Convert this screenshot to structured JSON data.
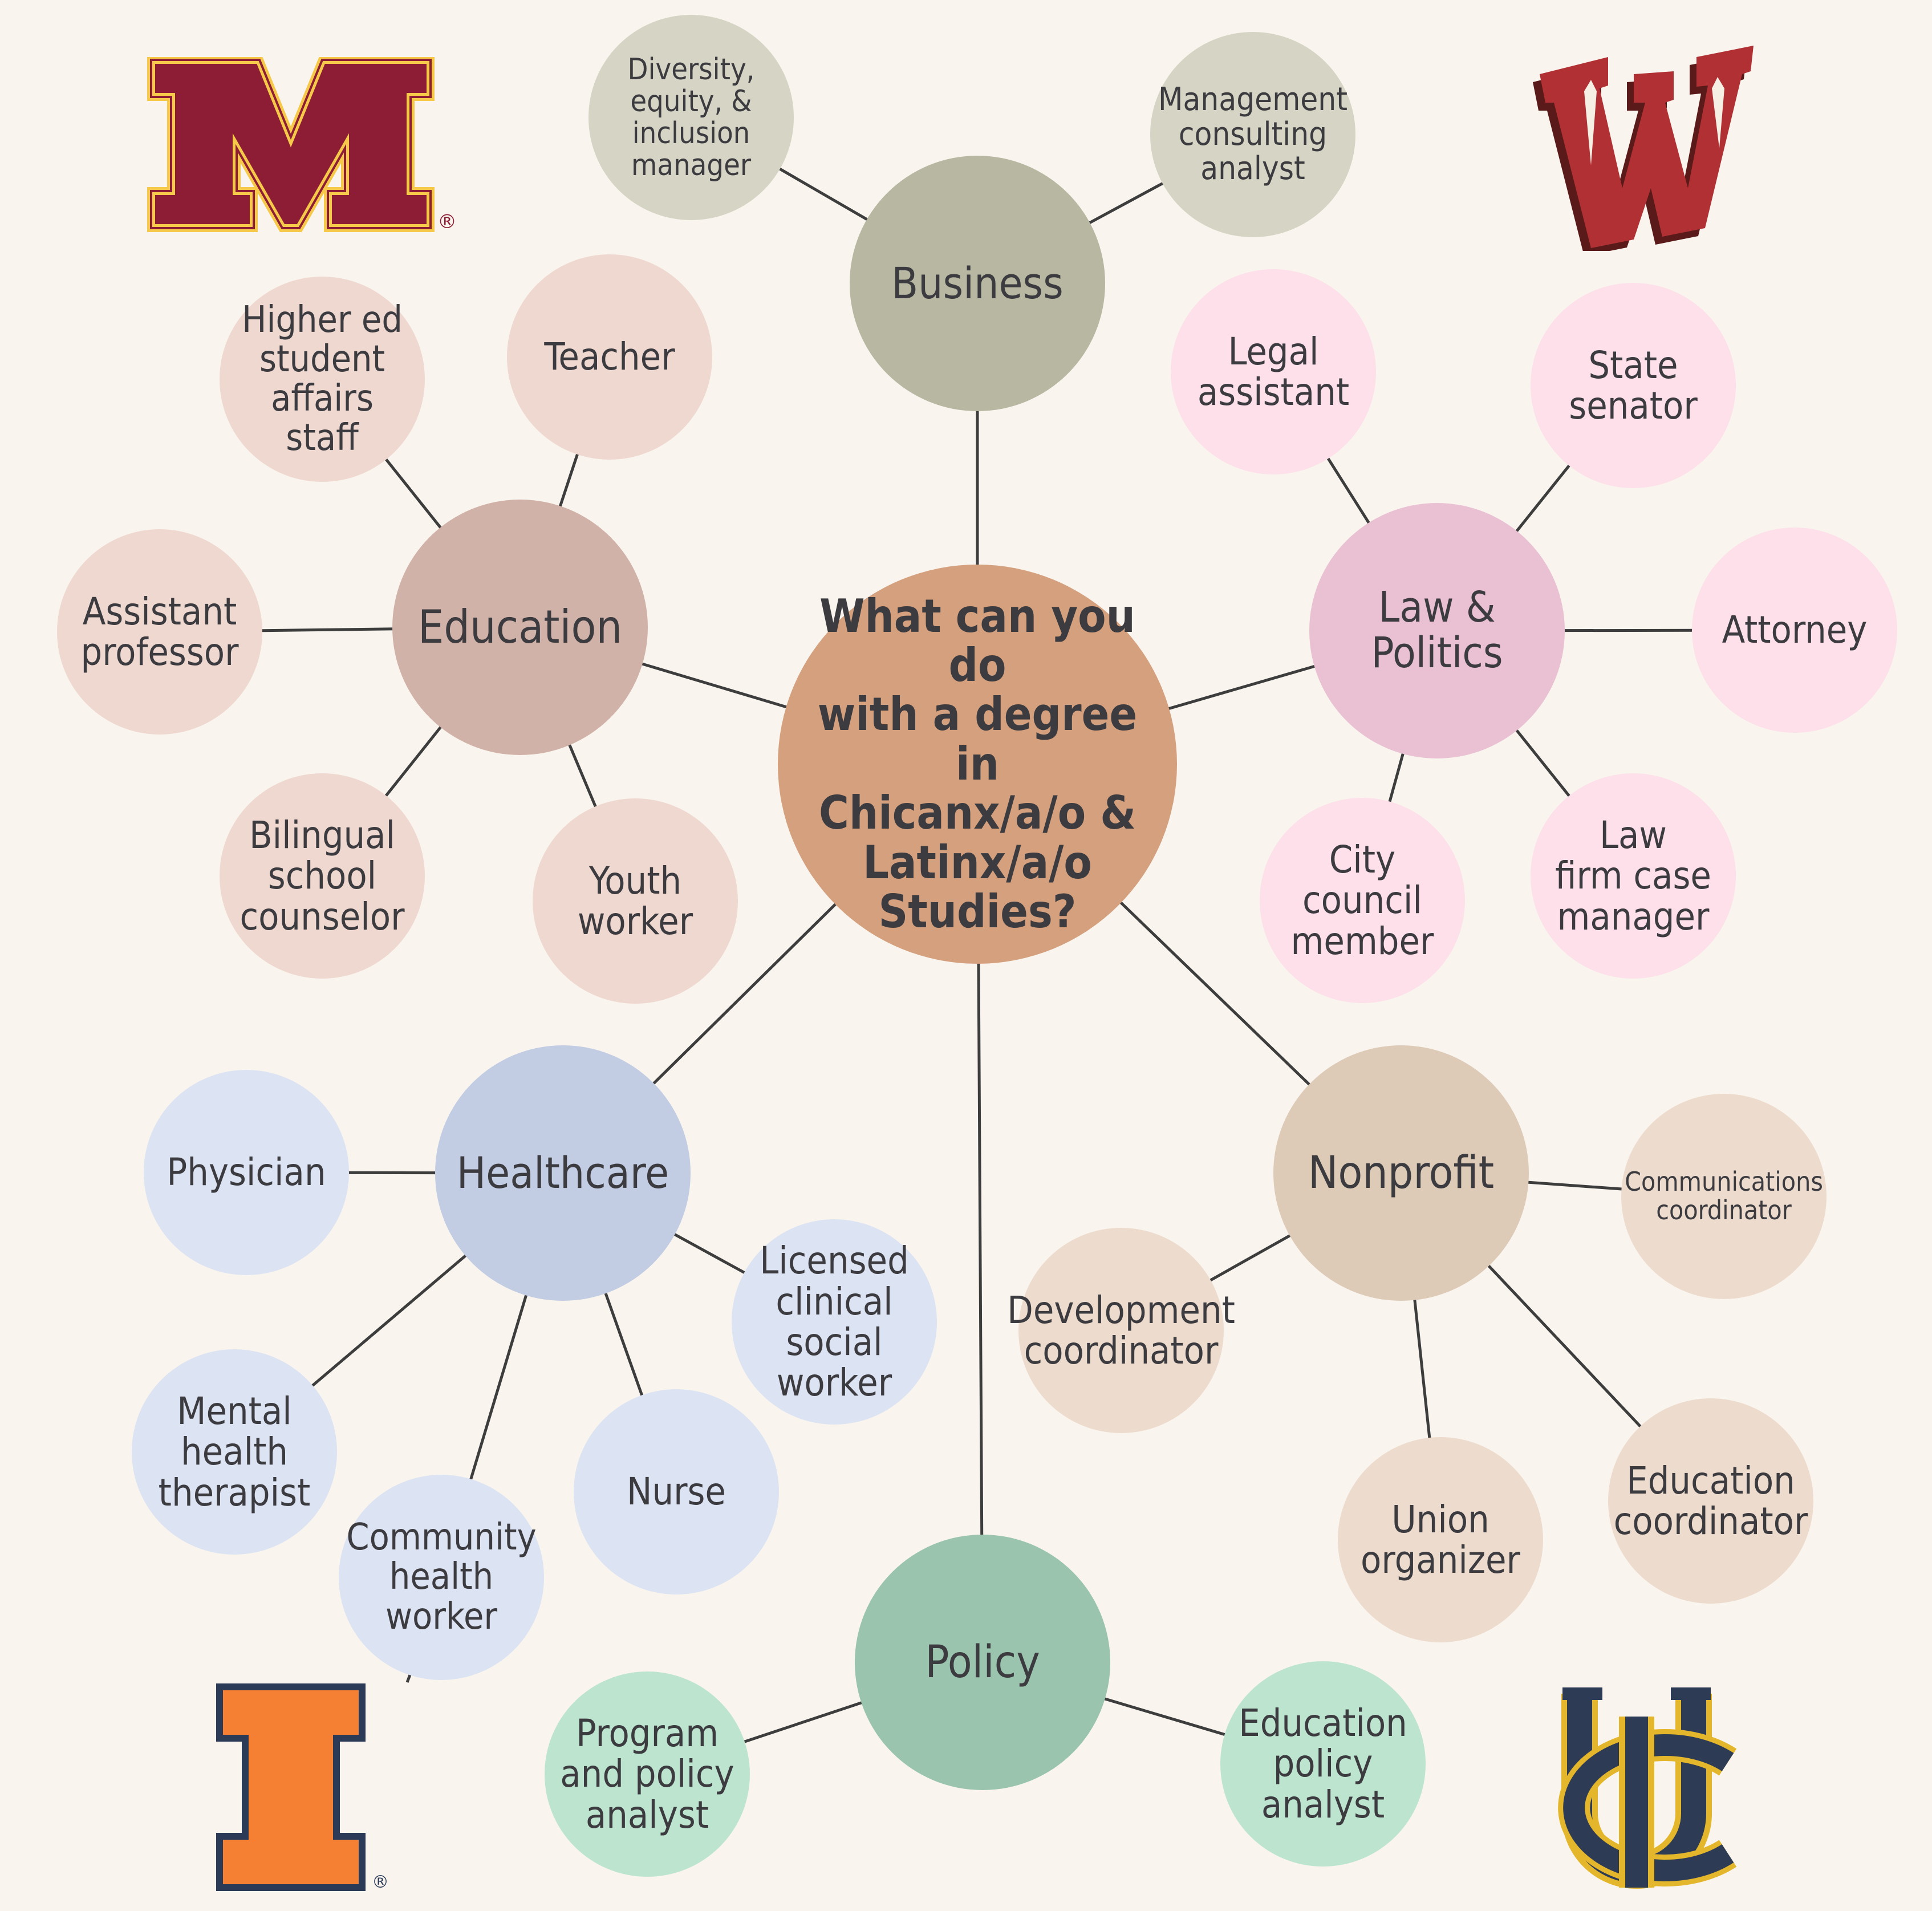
{
  "center": {
    "label": "What can you do\nwith a degree in\nChicanx/a/o &\nLatinx/a/o\nStudies?",
    "color": "#d4a07e"
  },
  "categories": [
    {
      "id": "business",
      "label": "Business",
      "color": "#b7b7a2",
      "job_color": "#d6d4c4",
      "jobs": [
        "Diversity,\nequity, &\ninclusion\nmanager",
        "Management\nconsulting\nanalyst"
      ]
    },
    {
      "id": "education",
      "label": "Education",
      "color": "#d1b2a8",
      "job_color": "#efd8d0",
      "jobs": [
        "Higher ed\nstudent\naffairs staff",
        "Teacher",
        "Assistant\nprofessor",
        "Bilingual\nschool\ncounselor",
        "Youth\nworker"
      ]
    },
    {
      "id": "law",
      "label": "Law & Politics",
      "color": "#e9c1d3",
      "job_color": "#fde0ea",
      "jobs": [
        "Legal\nassistant",
        "State\nsenator",
        "Attorney",
        "City\ncouncil\nmember",
        "Law\nfirm case\nmanager"
      ]
    },
    {
      "id": "healthcare",
      "label": "Healthcare",
      "color": "#c2cde3",
      "job_color": "#dce3f2",
      "jobs": [
        "Physician",
        "Licensed\nclinical\nsocial\nworker",
        "Mental\nhealth\ntherapist",
        "Community\nhealth\nworker",
        "Nurse"
      ]
    },
    {
      "id": "nonprofit",
      "label": "Nonprofit",
      "color": "#ddcbb8",
      "job_color": "#eddccd",
      "jobs": [
        "Communications\ncoordinator",
        "Development\ncoordinator",
        "Union\norganizer",
        "Education\ncoordinator"
      ]
    },
    {
      "id": "policy",
      "label": "Policy",
      "color": "#9ac4ad",
      "job_color": "#bde4cf",
      "jobs": [
        "Program\nand policy\nanalyst",
        "Education\npolicy\nanalyst"
      ]
    }
  ],
  "logos": {
    "minnesota": {
      "letter": "M",
      "mark": "®",
      "fill": "#8c1d34",
      "outline": "#f7c94b"
    },
    "wisconsin": {
      "letter": "W",
      "fill": "#b03034"
    },
    "illinois": {
      "letter": "I",
      "mark": "®",
      "fill": "#f57f32",
      "outline": "#2b3a57"
    },
    "uc": {
      "letters": "UC",
      "fill": "#2e3b55",
      "outline": "#e4b62b"
    }
  },
  "line_color": "#3d3d3d",
  "text_color": "#3b3b40"
}
